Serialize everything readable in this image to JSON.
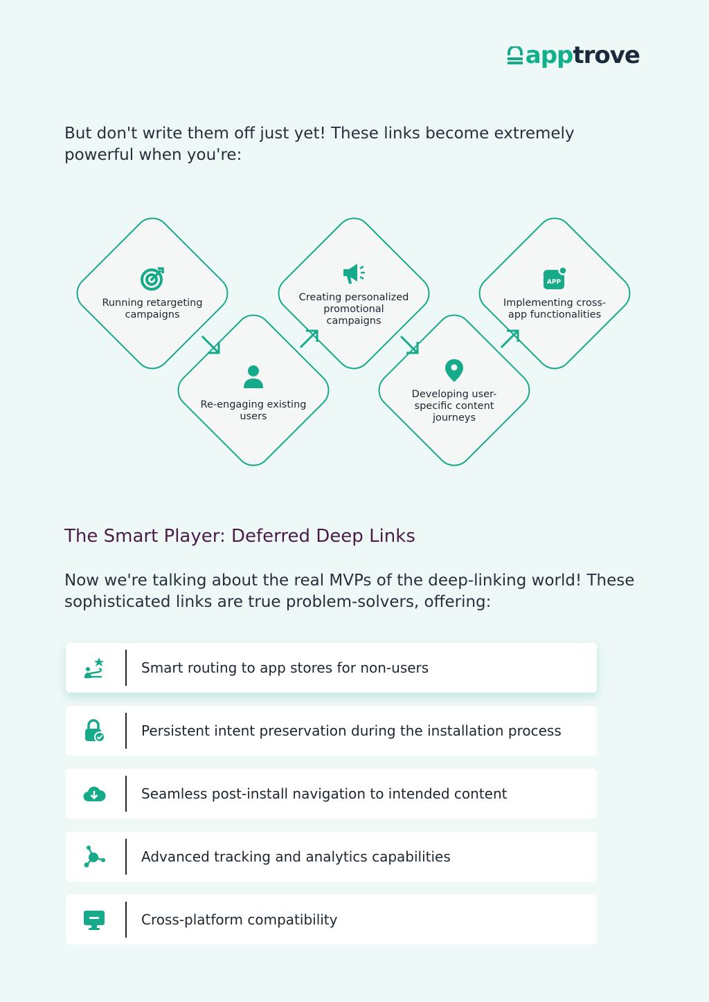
{
  "brand": {
    "logo_part1": "app",
    "logo_part2": "trove",
    "color_primary": "#16a98a",
    "color_dark": "#1a2a3a"
  },
  "intro": "But don't write them off just yet! These links become extremely powerful when you're:",
  "diamonds": [
    {
      "label": "Running retargeting campaigns",
      "icon": "target-icon"
    },
    {
      "label": "Re-engaging existing users",
      "icon": "user-icon"
    },
    {
      "label": "Creating personalized promotional campaigns",
      "icon": "megaphone-icon"
    },
    {
      "label": "Developing user-specific content journeys",
      "icon": "location-pin-icon"
    },
    {
      "label": "Implementing cross-app functionalities",
      "icon": "app-icon",
      "badge": "APP"
    }
  ],
  "section_title": "The Smart Player: Deferred Deep Links",
  "section_intro": "Now we're talking about the real MVPs of the deep-linking world! These sophisticated links are true problem-solvers, offering:",
  "features": [
    {
      "text": "Smart routing to app stores for non-users",
      "icon": "route-star-icon"
    },
    {
      "text": "Persistent intent preservation during the installation process",
      "icon": "lock-check-icon"
    },
    {
      "text": "Seamless post-install navigation to intended content",
      "icon": "cloud-download-icon"
    },
    {
      "text": "Advanced tracking and analytics capabilities",
      "icon": "network-nodes-icon"
    },
    {
      "text": "Cross-platform compatibility",
      "icon": "monitor-icon"
    }
  ]
}
